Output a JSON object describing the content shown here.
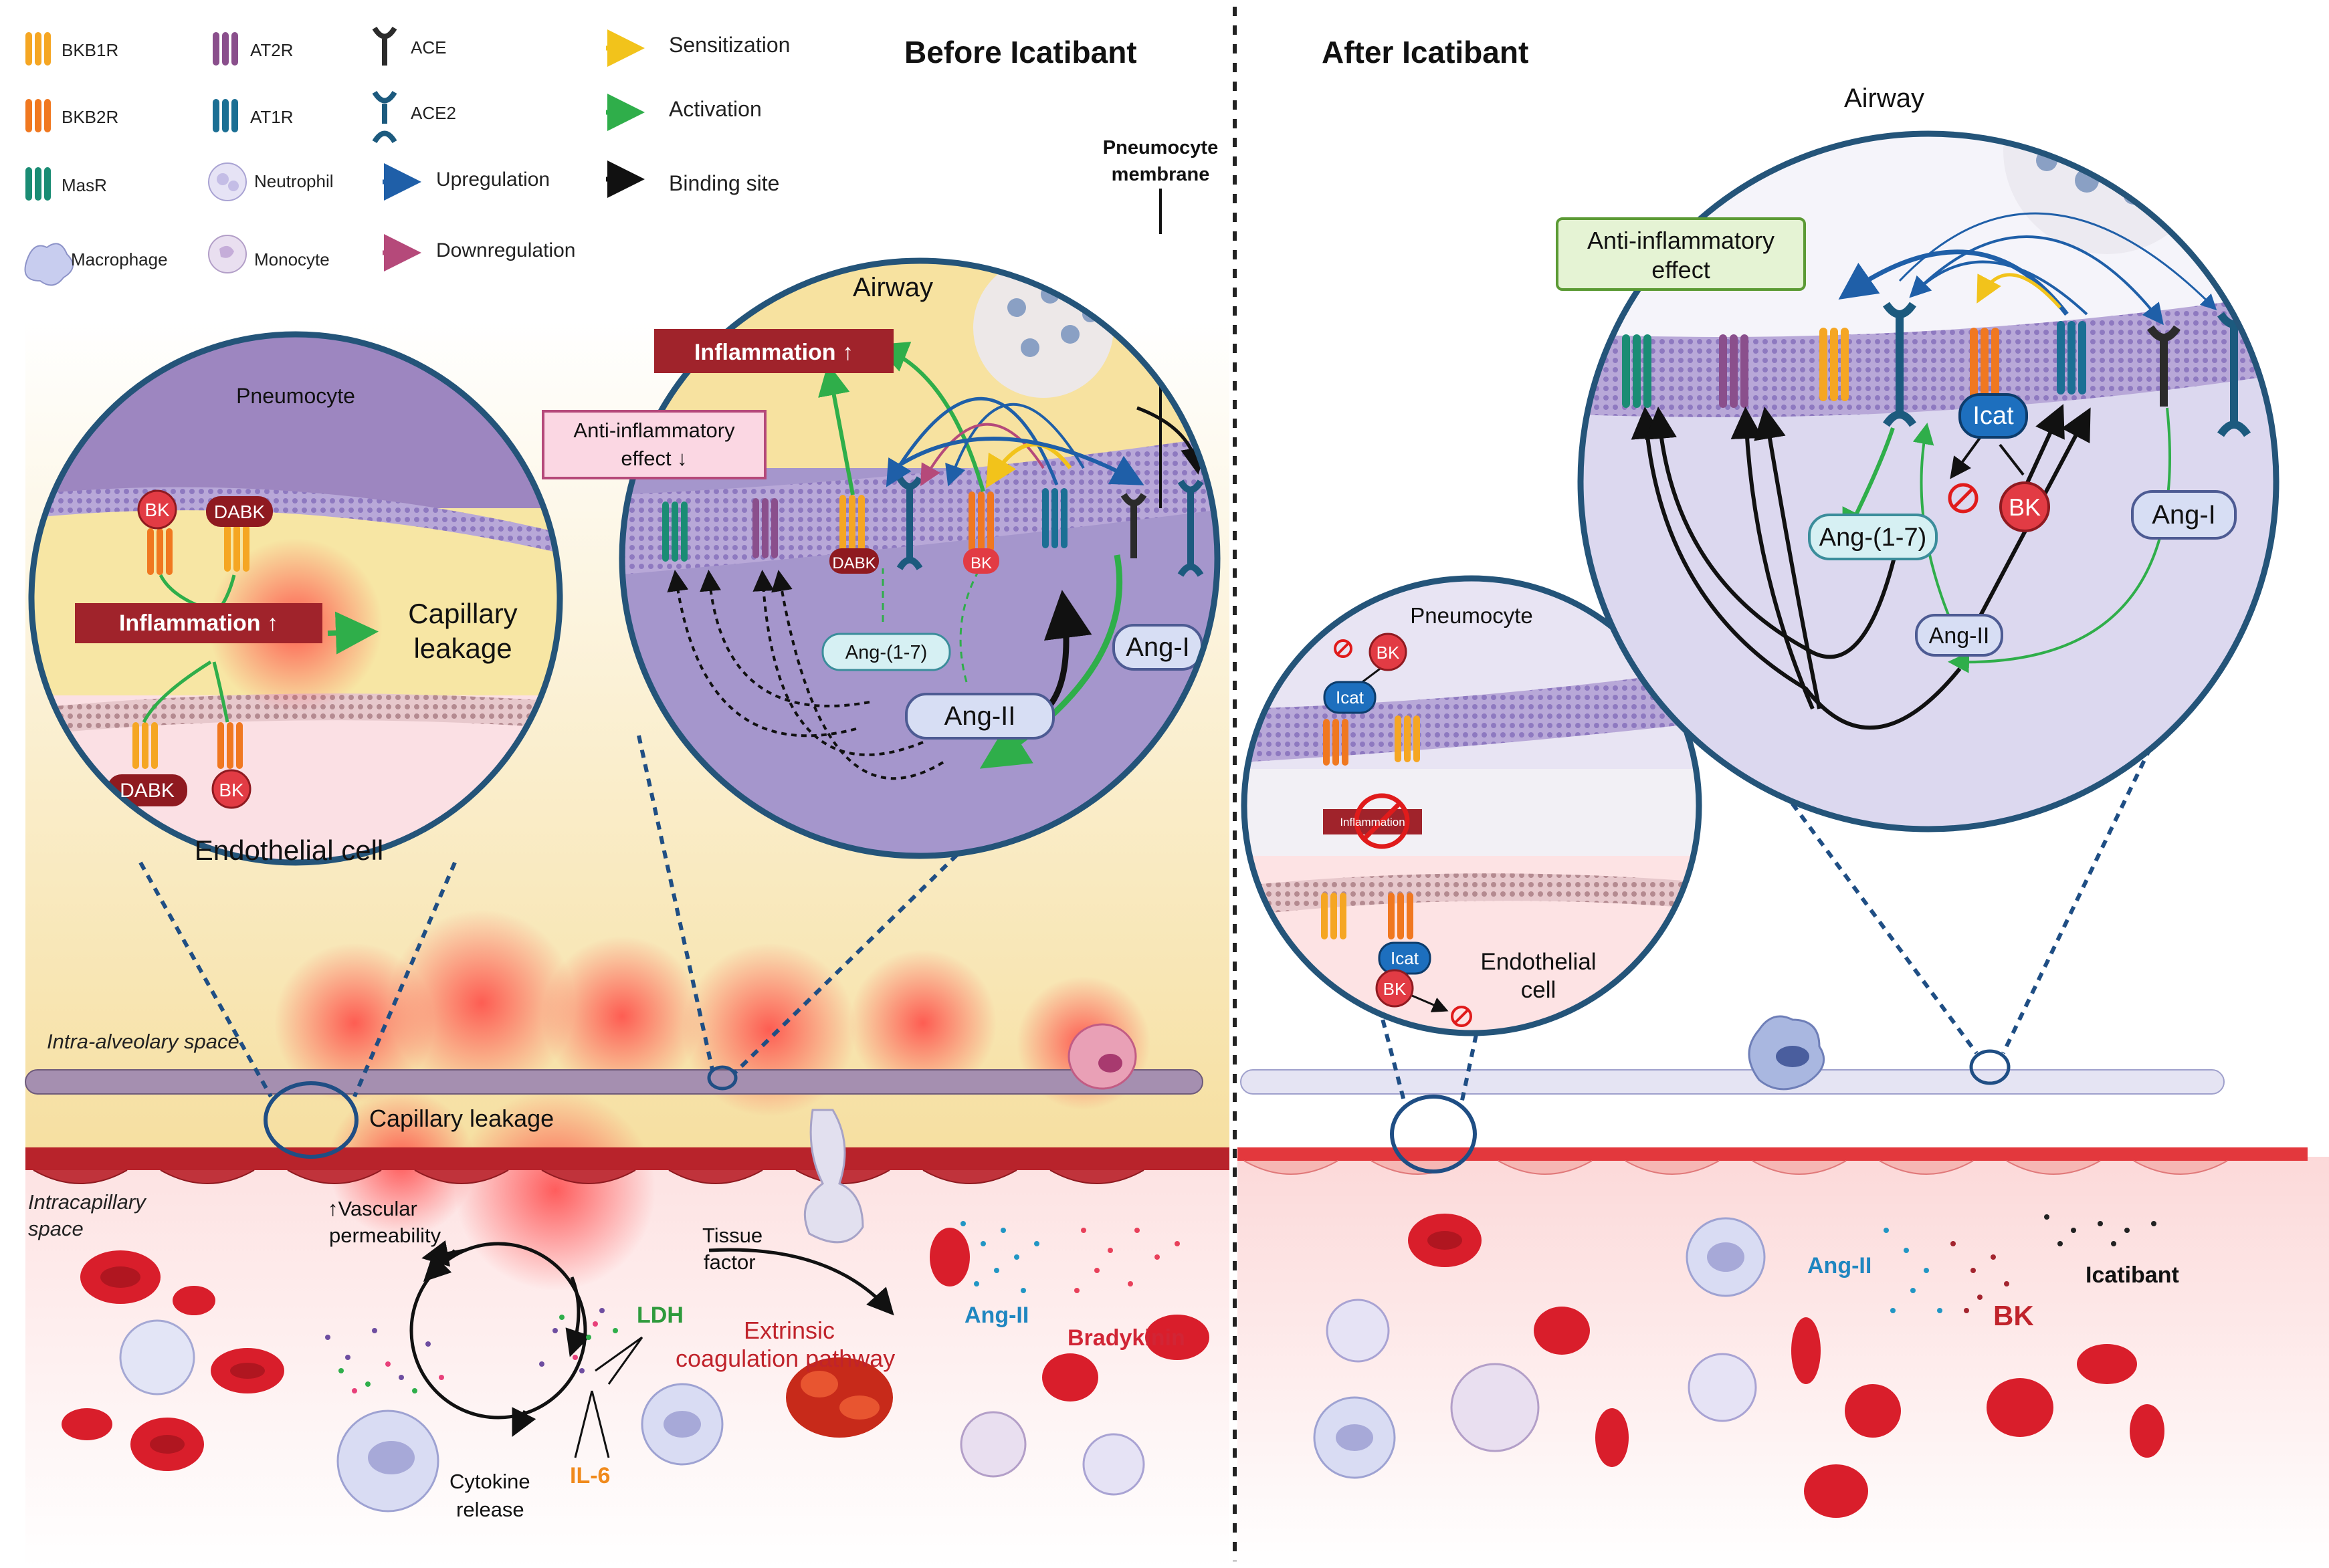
{
  "legend": {
    "bkb1r": "BKB1R",
    "bkb2r": "BKB2R",
    "masr": "MasR",
    "macrophage": "Macrophage",
    "at2r": "AT2R",
    "at1r": "AT1R",
    "neutrophil": "Neutrophil",
    "monocyte": "Monocyte",
    "ace": "ACE",
    "ace2": "ACE2",
    "upregulation": "Upregulation",
    "downregulation": "Downregulation",
    "sensitization": "Sensitization",
    "activation": "Activation",
    "binding_site": "Binding site"
  },
  "colors": {
    "bkb1r": "#f5a623",
    "bkb2r": "#f07820",
    "masr": "#1a8c74",
    "at2r": "#8a4f8c",
    "at1r": "#1b6f94",
    "ace": "#2b2b2b",
    "ace2": "#1c5a7e",
    "upregulation": "#1f5fa8",
    "downregulation": "#b5497a",
    "sensitization": "#f2c31b",
    "activation": "#2fae4a",
    "binding_site": "#111111",
    "inflammation": "#a0232b"
  },
  "titles": {
    "before": "Before Icatibant",
    "after": "After Icatibant"
  },
  "left_zoom": {
    "pneumocyte": "Pneumocyte",
    "bk_top": "BK",
    "dabk_top": "DABK",
    "inflammation": "Inflammation ↑",
    "capillary_leakage_l1": "Capillary",
    "capillary_leakage_l2": "leakage",
    "dabk_bottom": "DABK",
    "bk_bottom": "BK",
    "endothelial": "Endothelial cell"
  },
  "airway_before": {
    "airway": "Airway",
    "inflammation": "Inflammation ↑",
    "anti_inflammatory_l1": "Anti-inflammatory",
    "anti_inflammatory_l2": "effect ↓",
    "pneumocyte_membrane_l1": "Pneumocyte",
    "pneumocyte_membrane_l2": "membrane",
    "dabk": "DABK",
    "bk": "BK",
    "ang17": "Ang-(1-7)",
    "ang2": "Ang-II",
    "ang1": "Ang-I"
  },
  "airway_after": {
    "airway": "Airway",
    "anti_inflammatory_l1": "Anti-inflammatory",
    "anti_inflammatory_l2": "effect",
    "icat": "Icat",
    "bk": "BK",
    "ang17": "Ang-(1-7)",
    "ang1": "Ang-I",
    "ang2": "Ang-II"
  },
  "after_small_zoom": {
    "pneumocyte": "Pneumocyte",
    "bk_top": "BK",
    "icat_top": "Icat",
    "inflammation": "Inflammation",
    "icat_bottom": "Icat",
    "bk_bottom": "BK",
    "endothelial_l1": "Endothelial",
    "endothelial_l2": "cell"
  },
  "bottom_left": {
    "intra_alveolar": "Intra-alveolary space",
    "capillary_leakage": "Capillary leakage",
    "intracapillary_l1": "Intracapillary",
    "intracapillary_l2": "space",
    "vascular_l1": "↑Vascular",
    "vascular_l2": "permeability",
    "tissue_l1": "Tissue",
    "tissue_l2": "factor",
    "ldh": "LDH",
    "extrinsic_l1": "Extrinsic",
    "extrinsic_l2": "coagulation pathway",
    "ang2": "Ang-II",
    "bradykinin": "Bradykinin",
    "il6": "IL-6",
    "cytokine_l1": "Cytokine",
    "cytokine_l2": "release"
  },
  "bottom_right": {
    "ang2": "Ang-II",
    "bk": "BK",
    "icatibant": "Icatibant"
  }
}
